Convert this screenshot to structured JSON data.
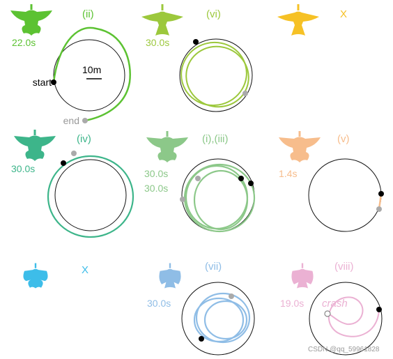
{
  "scale": {
    "label": "10m"
  },
  "markers": {
    "start": "start",
    "end": "end"
  },
  "watermark": "CSDN @qq_59961828",
  "panels": [
    {
      "key": "p1",
      "label": "(ii)",
      "time": "22.0s",
      "color": "#5cc232",
      "trajectory": "wide-arc",
      "has_circle": true,
      "has_scale": true,
      "has_markers": true
    },
    {
      "key": "p2",
      "label": "(vi)",
      "time": "30.0s",
      "color": "#9cc83c",
      "trajectory": "loops-2",
      "has_circle": true
    },
    {
      "key": "p3",
      "label": "X",
      "time": "",
      "color": "#f6c125",
      "trajectory": "none",
      "has_circle": false
    },
    {
      "key": "p4",
      "label": "(iv)",
      "time": "30.0s",
      "color": "#3db58a",
      "trajectory": "outer-loop",
      "has_circle": true
    },
    {
      "key": "p5",
      "label": "(i),(iii)",
      "time": "30.0s",
      "time2": "30.0s",
      "color": "#8cc889",
      "trajectory": "loops-3",
      "has_circle": true
    },
    {
      "key": "p6",
      "label": "(v)",
      "time": "1.4s",
      "color": "#f7bd8c",
      "trajectory": "short-segment",
      "has_circle": true
    },
    {
      "key": "p7",
      "label": "X",
      "time": "",
      "color": "#3dbde9",
      "trajectory": "none",
      "has_circle": false
    },
    {
      "key": "p8",
      "label": "(vii)",
      "time": "30.0s",
      "color": "#8fbde6",
      "trajectory": "inner-loops",
      "has_circle": true
    },
    {
      "key": "p9",
      "label": "(viii)",
      "time": "19.0s",
      "color": "#ebb1d3",
      "trajectory": "spiral-crash",
      "has_circle": true,
      "annotation": "crash"
    }
  ]
}
